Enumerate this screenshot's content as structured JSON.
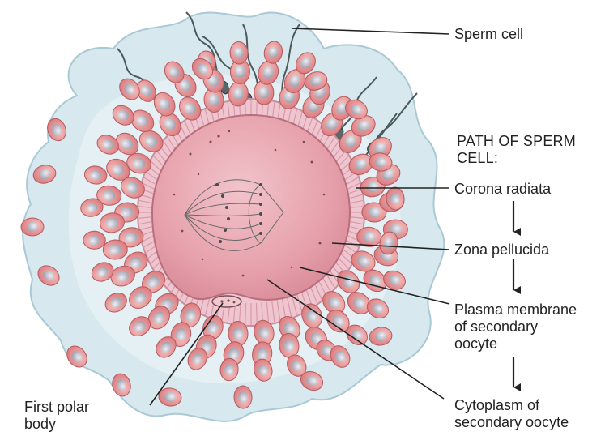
{
  "labels": {
    "sperm_cell": "Sperm cell",
    "path_title": "PATH OF SPERM\nCELL:",
    "corona_radiata": "Corona radiata",
    "zona_pellucida": "Zona pellucida",
    "plasma_membrane": "Plasma membrane\nof secondary\noocyte",
    "cytoplasm": "Cytoplasm of\nsecondary oocyte",
    "first_polar_body": "First polar\nbody"
  },
  "colors": {
    "fluid": "#d4e6ee",
    "fluid_edge": "#a9c9d6",
    "follicle_cell": "#e89b9b",
    "follicle_nucleus": "#bfbec8",
    "zona": "#efc4cf",
    "cytoplasm": "#e9a8b2",
    "spindle": "#6a6a6a",
    "leader_line": "#222222",
    "sperm": "#4a5a5c"
  },
  "icons": [
    "down-arrow-icon"
  ]
}
